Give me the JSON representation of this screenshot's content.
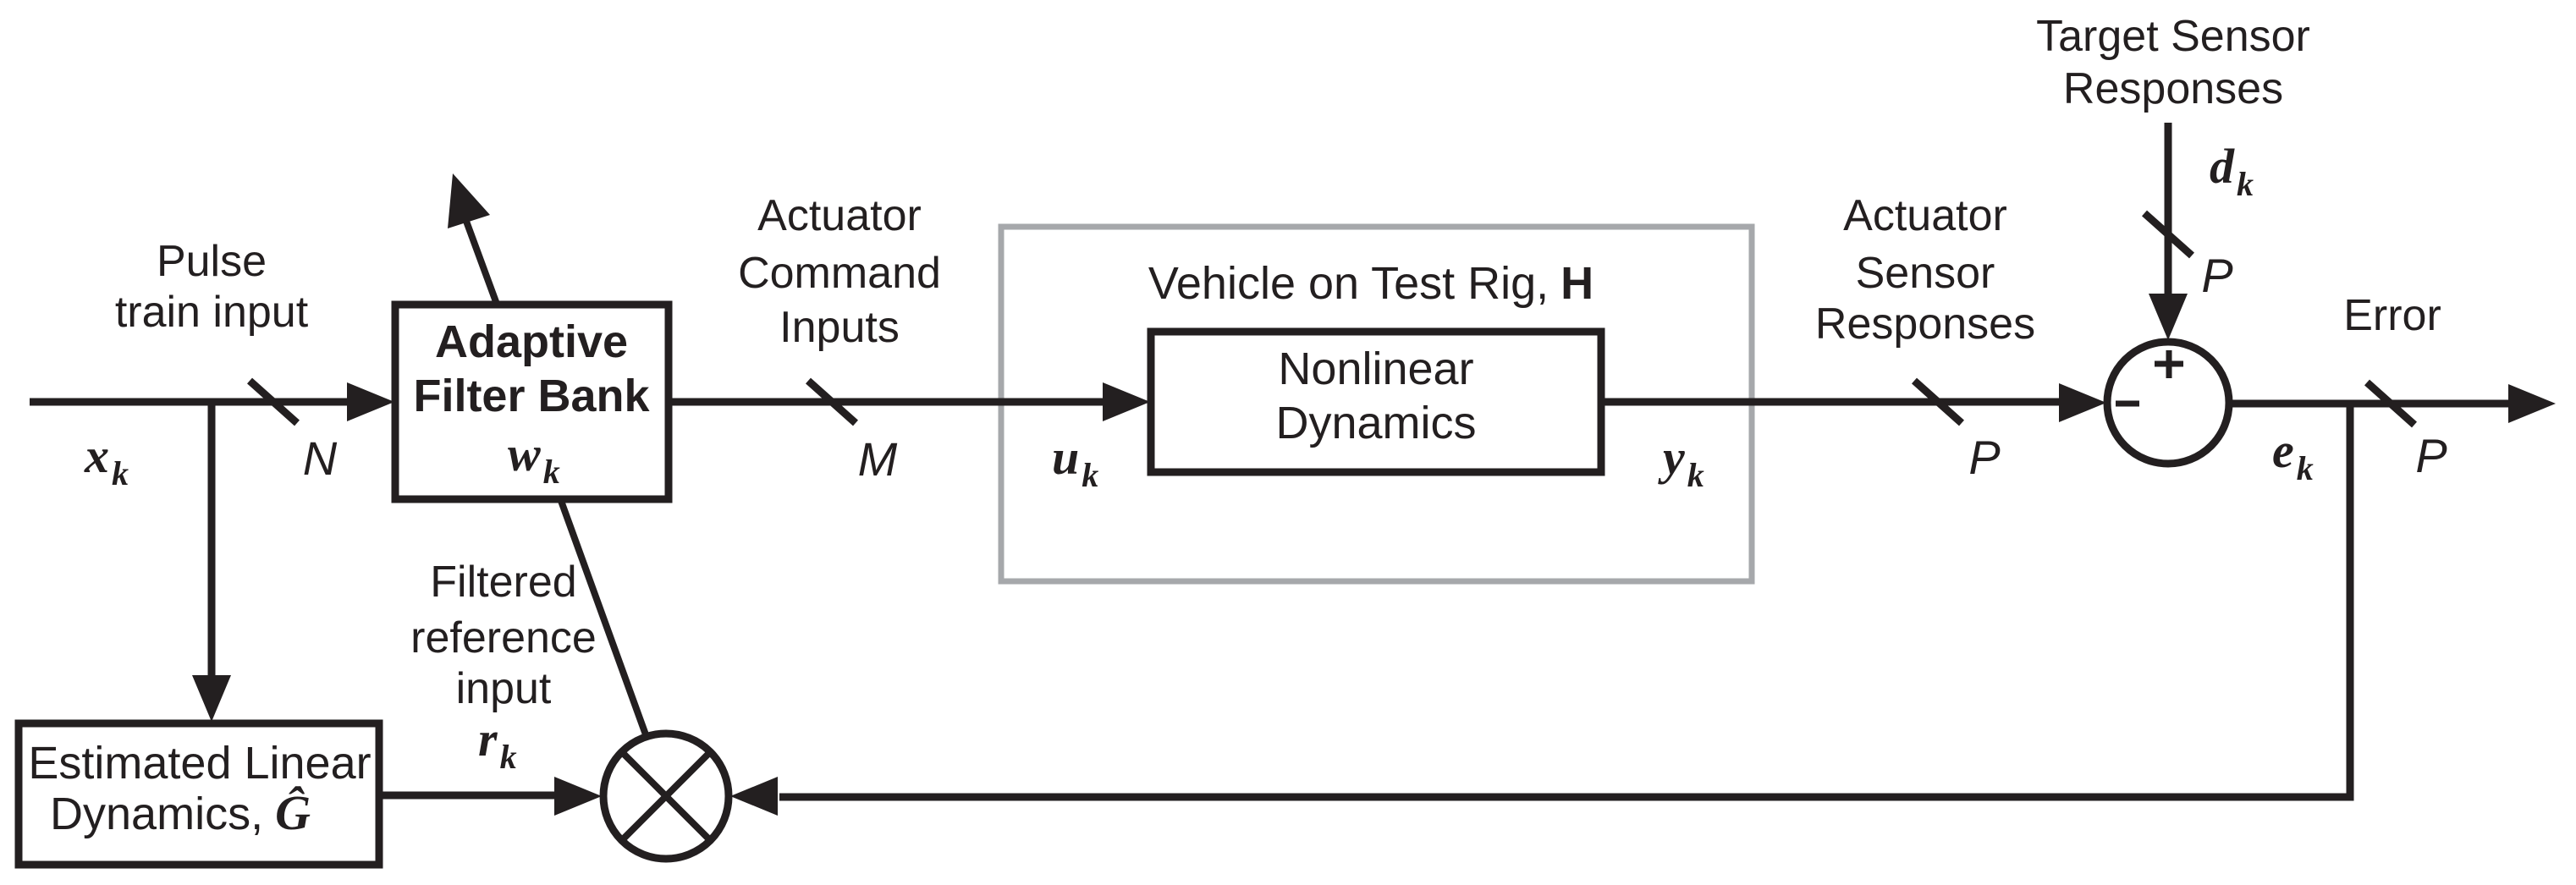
{
  "diagram": {
    "colors": {
      "line": "#231f20",
      "gray_box_border": "#a6a8ab",
      "background": "#ffffff"
    },
    "labels": {
      "pulse_train": {
        "line1": "Pulse",
        "line2": "train input"
      },
      "actuator_command": {
        "line1": "Actuator",
        "line2": "Command",
        "line3": "Inputs"
      },
      "actuator_sensor": {
        "line1": "Actuator",
        "line2": "Sensor",
        "line3": "Responses"
      },
      "target_sensor": {
        "line1": "Target Sensor",
        "line2": "Responses"
      },
      "error": "Error",
      "filtered_reference": {
        "line1": "Filtered",
        "line2": "reference",
        "line3": "input"
      }
    },
    "blocks": {
      "adaptive_filter_bank": {
        "line1": "Adaptive",
        "line2": "Filter Bank"
      },
      "vehicle_on_test_rig": {
        "label": "Vehicle on Test Rig,",
        "symbol": "H"
      },
      "nonlinear_dynamics": {
        "line1": "Nonlinear",
        "line2": "Dynamics"
      },
      "estimated_linear_dynamics": {
        "line1": "Estimated Linear",
        "line2": "Dynamics,",
        "symbol": "Ĝ"
      }
    },
    "signals": {
      "x": {
        "main": "x",
        "sub": "k"
      },
      "w": {
        "main": "w",
        "sub": "k"
      },
      "u": {
        "main": "u",
        "sub": "k"
      },
      "y": {
        "main": "y",
        "sub": "k"
      },
      "d": {
        "main": "d",
        "sub": "k"
      },
      "e": {
        "main": "e",
        "sub": "k"
      },
      "r": {
        "main": "r",
        "sub": "k"
      }
    },
    "bus_widths": {
      "n": "N",
      "m": "M",
      "p": "P"
    },
    "junction_signs": {
      "plus": "+",
      "minus": "-"
    }
  }
}
